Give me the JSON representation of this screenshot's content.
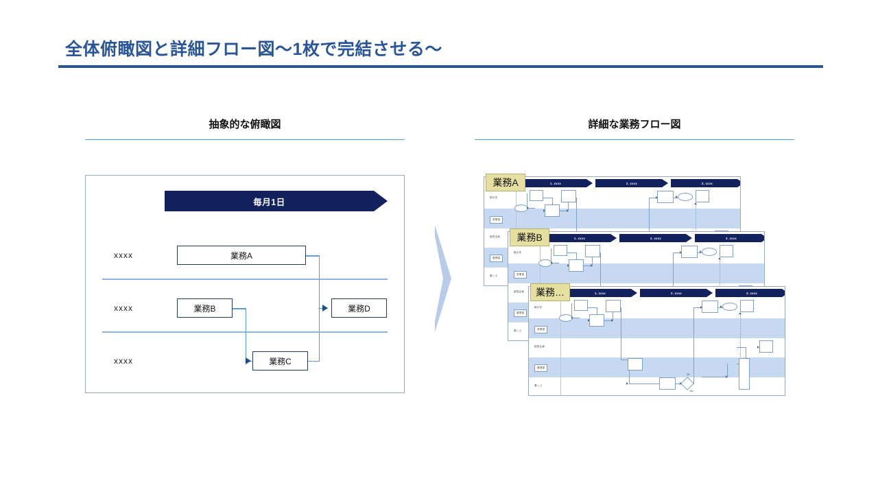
{
  "slide": {
    "title": "全体俯瞰図と詳細フロー図～1枚で完結させる～",
    "accent_color": "#2a5699"
  },
  "sections": [
    {
      "id": "overview",
      "heading": "抽象的な俯瞰図"
    },
    {
      "id": "detailed",
      "heading": "詳細な業務フロー図"
    }
  ],
  "overview": {
    "banner_label": "毎月1日",
    "banner_color": "#13215e",
    "row_labels": [
      "xxxx",
      "xxxx",
      "xxxx"
    ],
    "tasks": [
      {
        "label": "業務A"
      },
      {
        "label": "業務B"
      },
      {
        "label": "業務C"
      },
      {
        "label": "業務D"
      }
    ]
  },
  "flow_cards": [
    {
      "badge": "業務A"
    },
    {
      "badge": "業務B"
    },
    {
      "badge": "業務…"
    }
  ],
  "flow_template": {
    "phases": [
      "1. xxxx",
      "2. xxxx",
      "3. xxxx"
    ],
    "lanes": [
      "取引先",
      "営業部",
      "経営企画",
      "管理部",
      "基シス"
    ],
    "decision_labels": [
      "OK",
      "NG"
    ],
    "phase_color": "#13215e",
    "lane_alt_color": "#c6d9f1",
    "badge_color": "#e6e0a0"
  }
}
